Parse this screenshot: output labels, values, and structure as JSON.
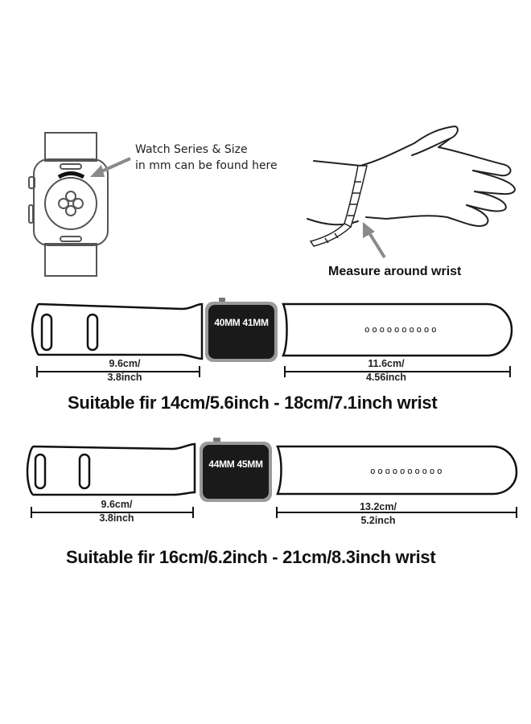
{
  "callouts": {
    "watch_series_note": [
      "Watch Series & Size",
      "in mm can be found here"
    ],
    "measure_note": "Measure around wrist"
  },
  "small_band": {
    "case_label": "40MM 41MM",
    "holes": "oooooooooo",
    "short_length": [
      "9.6cm/",
      "3.8inch"
    ],
    "long_length": [
      "11.6cm/",
      "4.56inch"
    ],
    "fit_text": "Suitable fir 14cm/5.6inch - 18cm/7.1inch wrist"
  },
  "large_band": {
    "case_label": "44MM 45MM",
    "holes": "oooooooooo",
    "short_length": [
      "9.6cm/",
      "3.8inch"
    ],
    "long_length": [
      "13.2cm/",
      "5.2inch"
    ],
    "fit_text": "Suitable fir 16cm/6.2inch - 21cm/8.3inch wrist"
  },
  "colors": {
    "ink": "#111111",
    "outline": "#222222",
    "arrow": "#8a8a8a",
    "case_fill": "#1a1a1a",
    "case_rim": "#9a9a9a"
  }
}
